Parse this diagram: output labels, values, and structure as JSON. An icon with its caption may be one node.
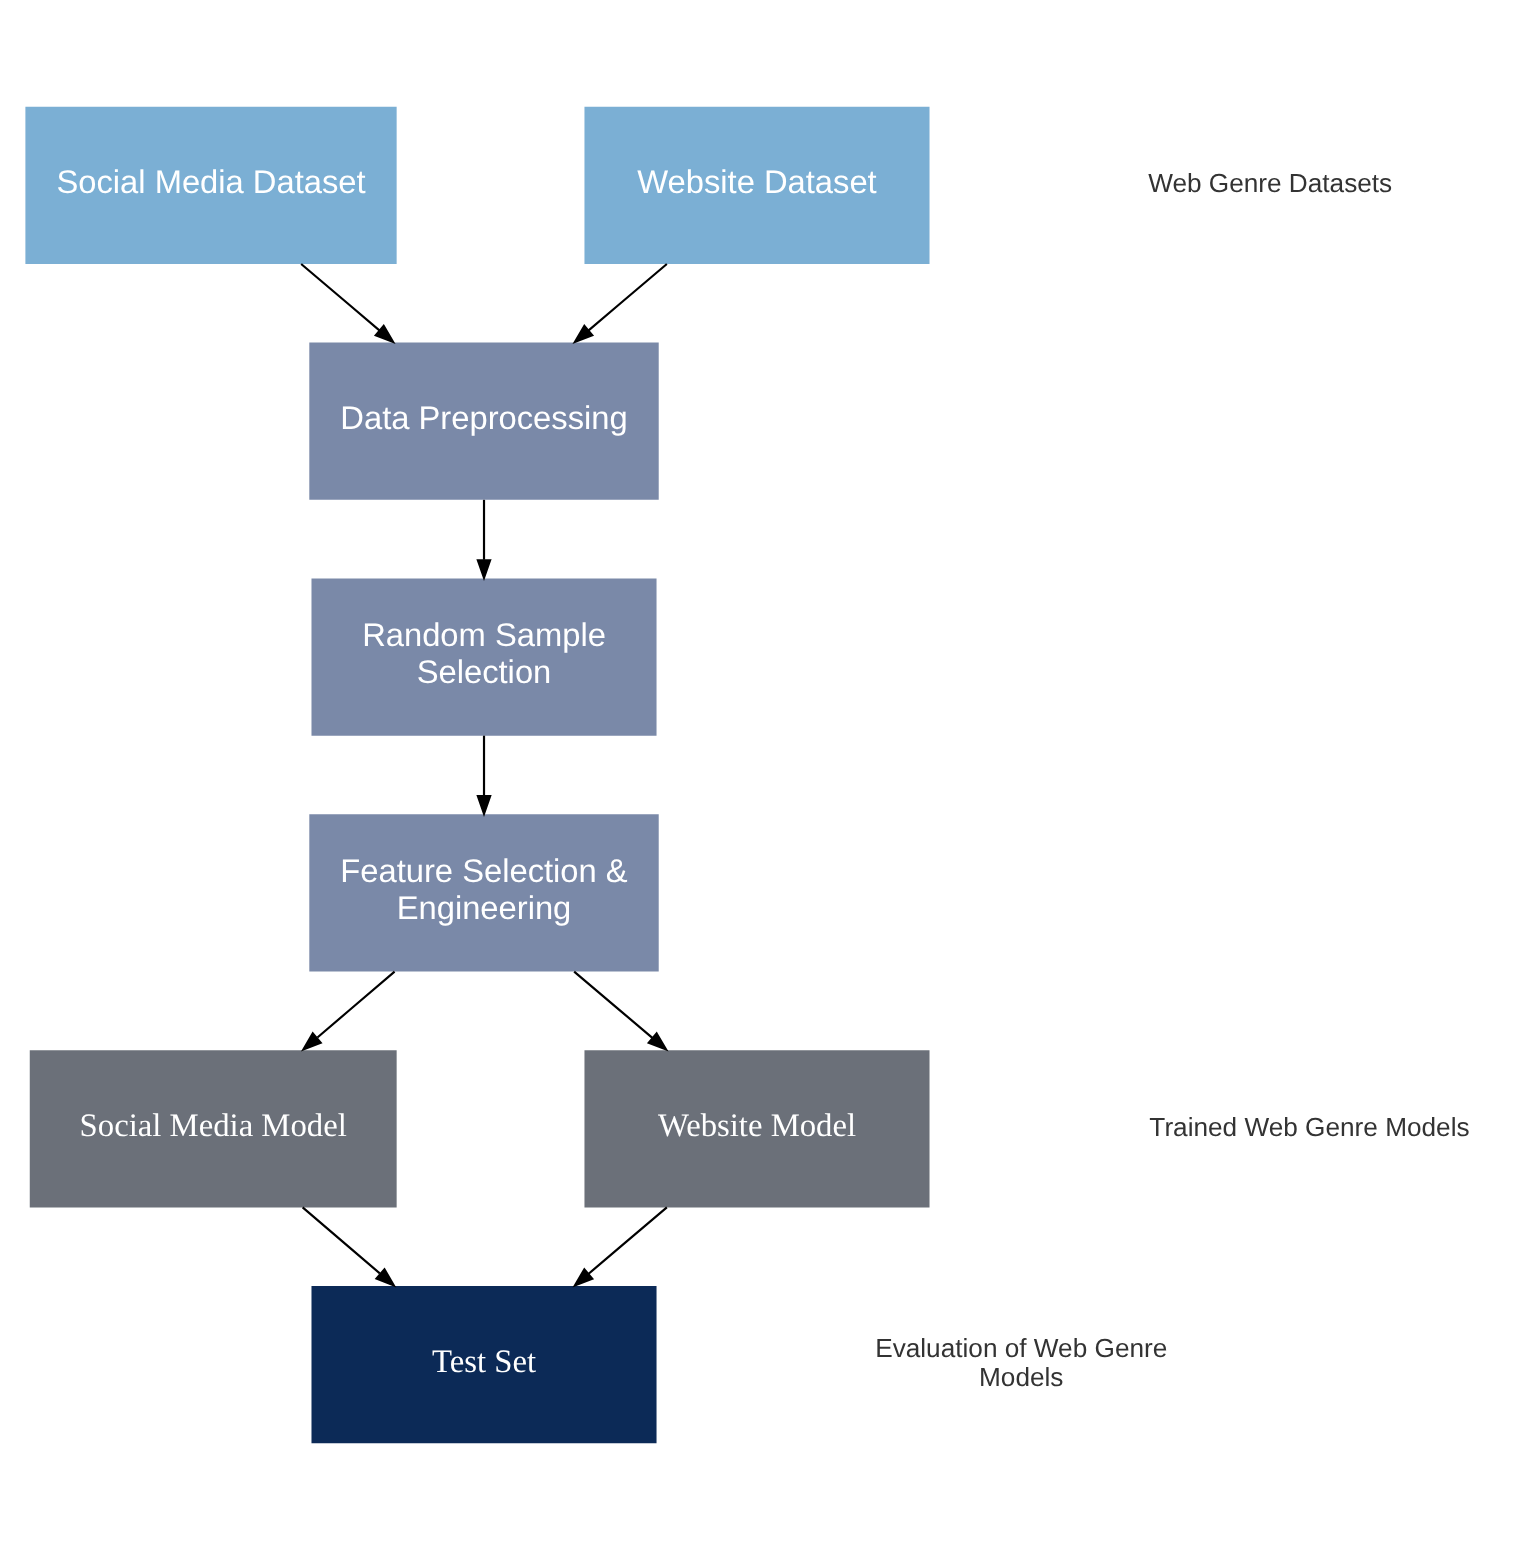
{
  "diagram": {
    "nodes": [
      {
        "text": [
          "Social Media Dataset"
        ]
      },
      {
        "text": [
          "Website Dataset"
        ]
      },
      {
        "text": [
          "Data Preprocessing"
        ]
      },
      {
        "text": [
          "Random Sample Selection"
        ]
      },
      {
        "text": [
          "Feature Selection & Engineering"
        ]
      },
      {
        "text": [
          "Social Media Model"
        ]
      },
      {
        "text": [
          "Website Model"
        ]
      },
      {
        "text": [
          "Test Set"
        ]
      }
    ],
    "edges": [
      {
        "from": 0,
        "to": 2,
        "arrow": "to"
      },
      {
        "from": 1,
        "to": 2,
        "arrow": "to"
      },
      {
        "from": 2,
        "to": 3,
        "arrow": "to"
      },
      {
        "from": 3,
        "to": 4,
        "arrow": "to"
      },
      {
        "from": 4,
        "to": 5,
        "arrow": "to"
      },
      {
        "from": 4,
        "to": 6,
        "arrow": "to"
      },
      {
        "from": 5,
        "to": 7,
        "arrow": "to"
      },
      {
        "from": 6,
        "to": 7,
        "arrow": "to"
      }
    ],
    "labels": [
      "Web Genre Datasets",
      "Trained Web Genre Models",
      "Evaluation of Web Genre Models"
    ]
  }
}
